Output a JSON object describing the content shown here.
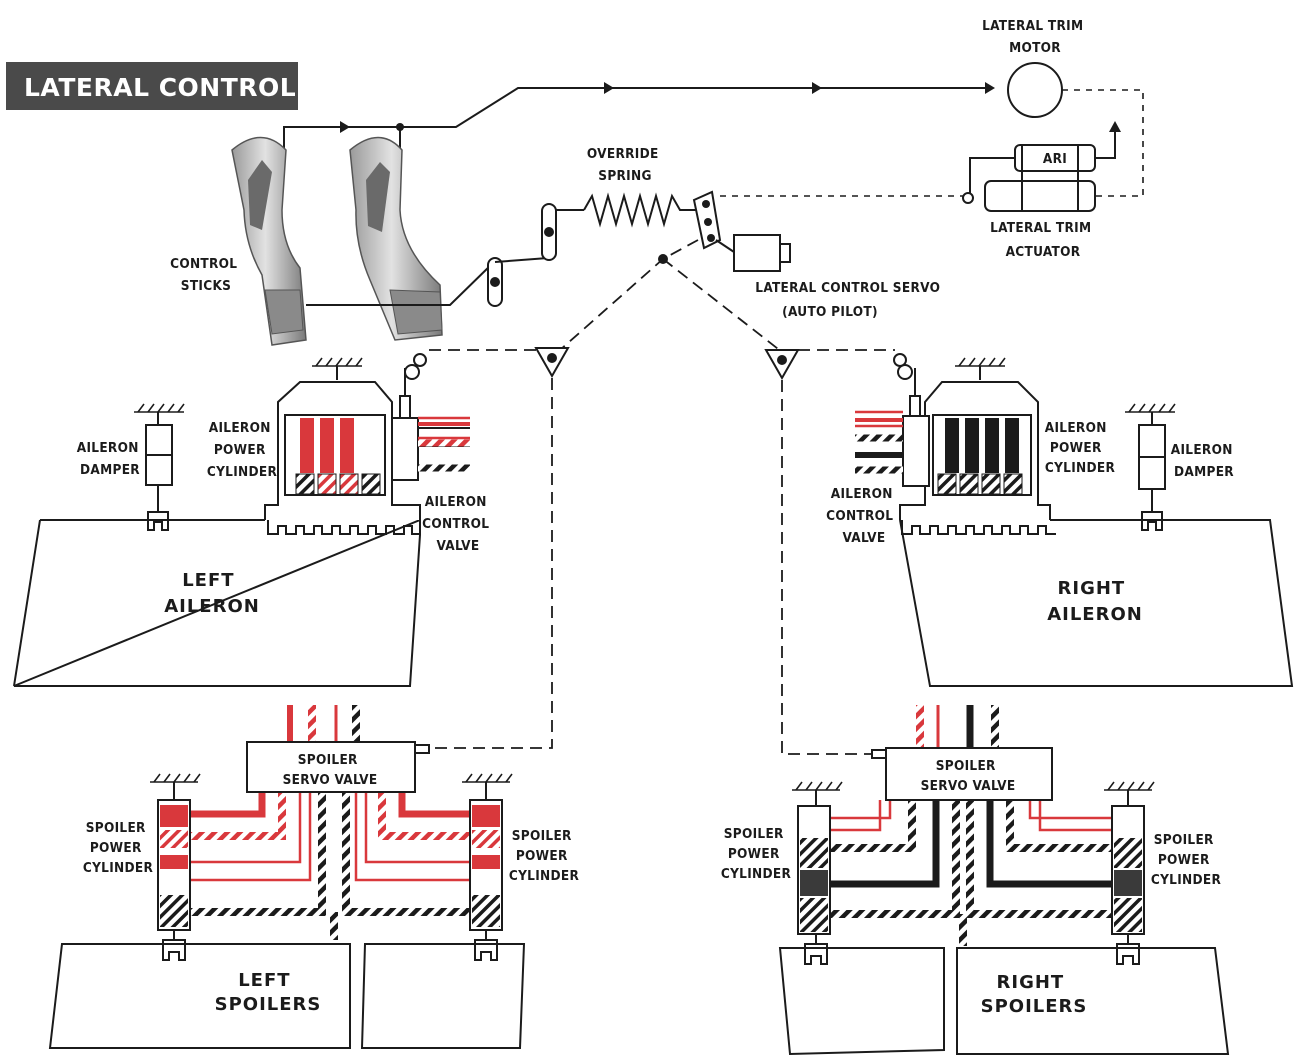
{
  "title": "LATERAL CONTROL",
  "labels": {
    "lateral_trim_motor": [
      "LATERAL TRIM",
      "MOTOR"
    ],
    "ari": "ARI",
    "lateral_trim_actuator": [
      "LATERAL TRIM",
      "ACTUATOR"
    ],
    "override_spring": [
      "OVERRIDE",
      "SPRING"
    ],
    "control_sticks": [
      "CONTROL",
      "STICKS"
    ],
    "lateral_control_servo": [
      "LATERAL CONTROL SERVO",
      "(AUTO PILOT)"
    ],
    "aileron_damper_left": [
      "AILERON",
      "DAMPER"
    ],
    "aileron_power_cylinder_left": [
      "AILERON",
      "POWER",
      "CYLINDER"
    ],
    "aileron_control_valve_left": [
      "AILERON",
      "CONTROL",
      "VALVE"
    ],
    "aileron_power_cylinder_right": [
      "AILERON",
      "POWER",
      "CYLINDER"
    ],
    "aileron_damper_right": [
      "AILERON",
      "DAMPER"
    ],
    "aileron_control_valve_right": [
      "AILERON",
      "CONTROL",
      "VALVE"
    ],
    "left_aileron": [
      "LEFT",
      "AILERON"
    ],
    "right_aileron": [
      "RIGHT",
      "AILERON"
    ],
    "spoiler_servo_valve_left": [
      "SPOILER",
      "SERVO VALVE"
    ],
    "spoiler_servo_valve_right": [
      "SPOILER",
      "SERVO VALVE"
    ],
    "spoiler_power_cylinder_ll": [
      "SPOILER",
      "POWER",
      "CYLINDER"
    ],
    "spoiler_power_cylinder_lr": [
      "SPOILER",
      "POWER",
      "CYLINDER"
    ],
    "spoiler_power_cylinder_rl": [
      "SPOILER",
      "POWER",
      "CYLINDER"
    ],
    "spoiler_power_cylinder_rr": [
      "SPOILER",
      "POWER",
      "CYLINDER"
    ],
    "left_spoilers": [
      "LEFT",
      "SPOILERS"
    ],
    "right_spoilers": [
      "RIGHT",
      "SPOILERS"
    ]
  },
  "colors": {
    "pressure": "#d9383c",
    "return": "#1b1b1b",
    "title_bg": "#4a4a4a"
  }
}
